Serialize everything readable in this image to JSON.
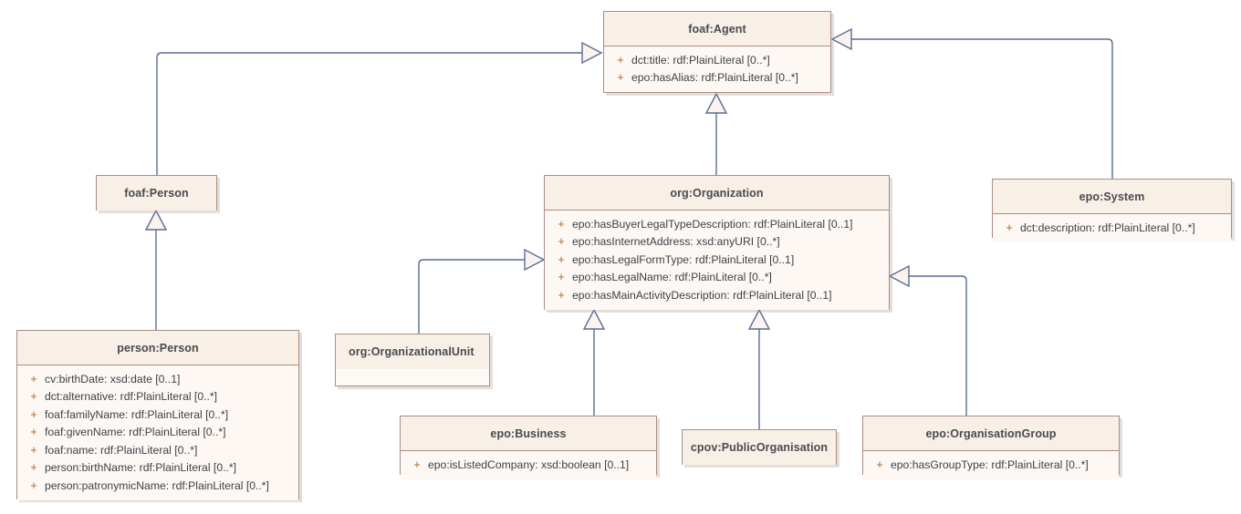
{
  "diagram": {
    "title": "foaf:Agent hierarchy UML class diagram",
    "colors": {
      "class_border": "#a98e83",
      "class_header_bg": "#f8efe6",
      "class_body_bg": "#fdf8f3",
      "link_stroke": "#5a6b96",
      "visibility_marker": "#b5651d",
      "title_text": "#4a4a52",
      "canvas_bg": "#ffffff"
    }
  },
  "classes": {
    "foaf_agent": {
      "name": "foaf:Agent",
      "attributes": [
        {
          "visibility": "+",
          "text": "dct:title: rdf:PlainLiteral [0..*]"
        },
        {
          "visibility": "+",
          "text": "epo:hasAlias: rdf:PlainLiteral [0..*]"
        }
      ]
    },
    "foaf_person": {
      "name": "foaf:Person",
      "attributes": []
    },
    "org_organization": {
      "name": "org:Organization",
      "attributes": [
        {
          "visibility": "+",
          "text": "epo:hasBuyerLegalTypeDescription: rdf:PlainLiteral [0..1]"
        },
        {
          "visibility": "+",
          "text": "epo:hasInternetAddress: xsd:anyURI [0..*]"
        },
        {
          "visibility": "+",
          "text": "epo:hasLegalFormType: rdf:PlainLiteral [0..1]"
        },
        {
          "visibility": "+",
          "text": "epo:hasLegalName: rdf:PlainLiteral [0..*]"
        },
        {
          "visibility": "+",
          "text": "epo:hasMainActivityDescription: rdf:PlainLiteral [0..1]"
        }
      ]
    },
    "epo_system": {
      "name": "epo:System",
      "attributes": [
        {
          "visibility": "+",
          "text": "dct:description: rdf:PlainLiteral [0..*]"
        }
      ]
    },
    "person_person": {
      "name": "person:Person",
      "attributes": [
        {
          "visibility": "+",
          "text": "cv:birthDate: xsd:date [0..1]"
        },
        {
          "visibility": "+",
          "text": "dct:alternative: rdf:PlainLiteral [0..*]"
        },
        {
          "visibility": "+",
          "text": "foaf:familyName: rdf:PlainLiteral [0..*]"
        },
        {
          "visibility": "+",
          "text": "foaf:givenName: rdf:PlainLiteral [0..*]"
        },
        {
          "visibility": "+",
          "text": "foaf:name: rdf:PlainLiteral [0..*]"
        },
        {
          "visibility": "+",
          "text": "person:birthName: rdf:PlainLiteral [0..*]"
        },
        {
          "visibility": "+",
          "text": "person:patronymicName: rdf:PlainLiteral [0..*]"
        }
      ]
    },
    "org_organizationalunit": {
      "name": "org:OrganizationalUnit",
      "attributes": []
    },
    "epo_business": {
      "name": "epo:Business",
      "attributes": [
        {
          "visibility": "+",
          "text": "epo:isListedCompany: xsd:boolean [0..1]"
        }
      ]
    },
    "cpov_publicorganisation": {
      "name": "cpov:PublicOrganisation",
      "attributes": []
    },
    "epo_organisationgroup": {
      "name": "epo:OrganisationGroup",
      "attributes": [
        {
          "visibility": "+",
          "text": "epo:hasGroupType: rdf:PlainLiteral [0..*]"
        }
      ]
    }
  },
  "relationships": [
    {
      "type": "generalization",
      "from": "foaf:Person",
      "to": "foaf:Agent"
    },
    {
      "type": "generalization",
      "from": "org:Organization",
      "to": "foaf:Agent"
    },
    {
      "type": "generalization",
      "from": "epo:System",
      "to": "foaf:Agent"
    },
    {
      "type": "generalization",
      "from": "person:Person",
      "to": "foaf:Person"
    },
    {
      "type": "generalization",
      "from": "org:OrganizationalUnit",
      "to": "org:Organization"
    },
    {
      "type": "generalization",
      "from": "epo:Business",
      "to": "org:Organization"
    },
    {
      "type": "generalization",
      "from": "cpov:PublicOrganisation",
      "to": "org:Organization"
    },
    {
      "type": "generalization",
      "from": "epo:OrganisationGroup",
      "to": "org:Organization"
    }
  ]
}
